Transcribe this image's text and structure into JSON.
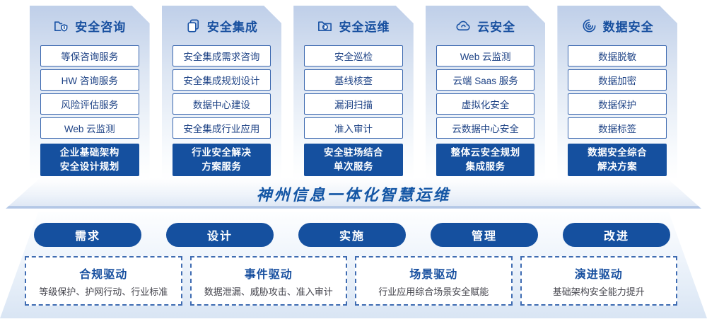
{
  "theme": {
    "primary_blue": "#15509f",
    "outline_blue": "#3966ae",
    "title_blue": "#174f9f",
    "item_text_blue": "#1d4285",
    "desc_gray": "#45454d",
    "card_gradient_top": "#bfcfe9"
  },
  "columns": [
    {
      "icon": "folder-shield-icon",
      "title": "安全咨询",
      "items": [
        "等保咨询服务",
        "HW 咨询服务",
        "风险评估服务",
        "Web 云监测"
      ],
      "highlight": [
        "企业基础架构",
        "安全设计规划"
      ]
    },
    {
      "icon": "documents-icon",
      "title": "安全集成",
      "items": [
        "安全集成需求咨询",
        "安全集成规划设计",
        "数据中心建设",
        "安全集成行业应用"
      ],
      "highlight": [
        "行业安全解决",
        "方案服务"
      ]
    },
    {
      "icon": "folder-clock-icon",
      "title": "安全运维",
      "items": [
        "安全巡检",
        "基线核查",
        "漏洞扫描",
        "准入审计"
      ],
      "highlight": [
        "安全驻场结合",
        "单次服务"
      ]
    },
    {
      "icon": "cloud-icon",
      "title": "云安全",
      "items": [
        "Web 云监测",
        "云端 Saas 服务",
        "虚拟化安全",
        "云数据中心安全"
      ],
      "highlight": [
        "整体云安全规划",
        "集成服务"
      ]
    },
    {
      "icon": "fingerprint-icon",
      "title": "数据安全",
      "items": [
        "数据脱敏",
        "数据加密",
        "数据保护",
        "数据标签"
      ],
      "highlight": [
        "数据安全综合",
        "解决方案"
      ]
    }
  ],
  "banner": {
    "title": "神州信息一体化智慧运维"
  },
  "phases": [
    "需求",
    "设计",
    "实施",
    "管理",
    "改进"
  ],
  "drivers": [
    {
      "title": "合规驱动",
      "desc": "等级保护、护网行动、行业标准"
    },
    {
      "title": "事件驱动",
      "desc": "数据泄漏、威胁攻击、准入审计"
    },
    {
      "title": "场景驱动",
      "desc": "行业应用综合场景安全赋能"
    },
    {
      "title": "演进驱动",
      "desc": "基础架构安全能力提升"
    }
  ]
}
